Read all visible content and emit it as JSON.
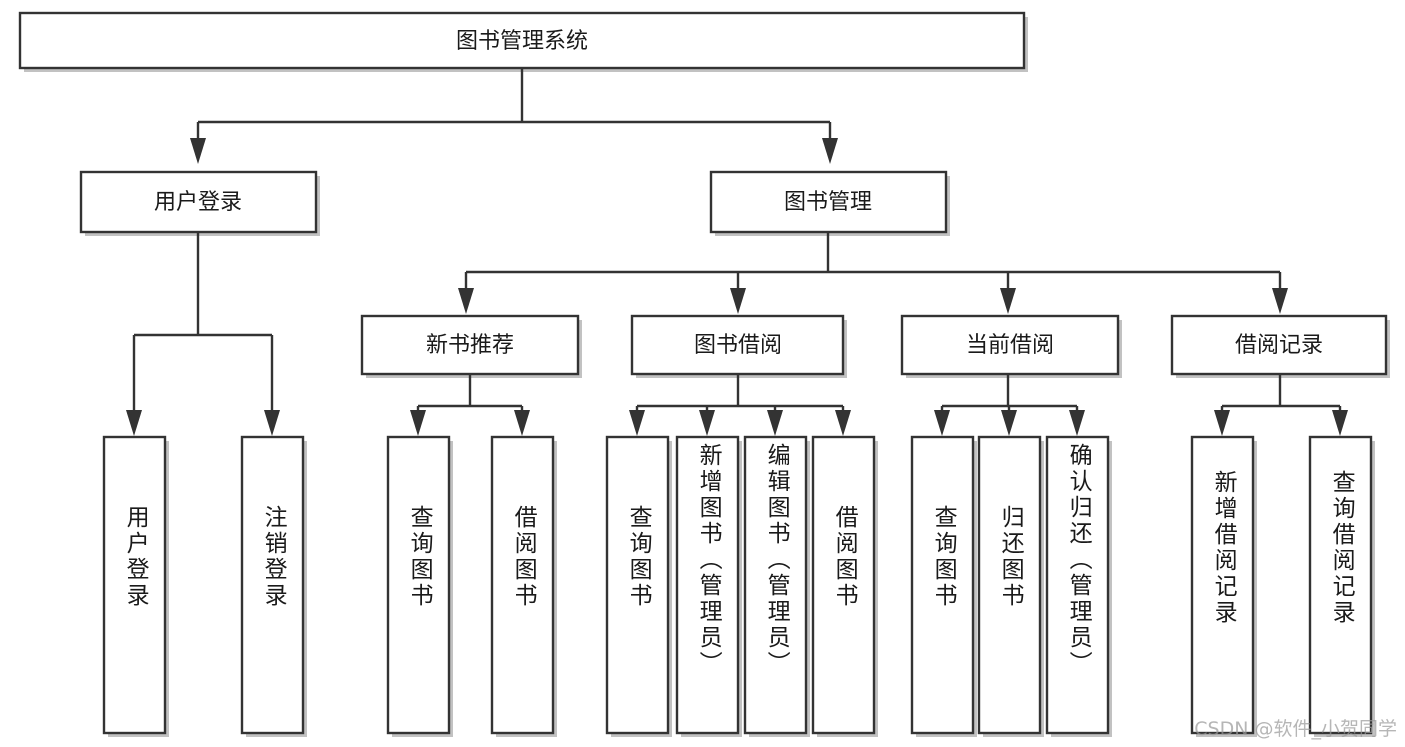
{
  "diagram": {
    "type": "tree",
    "title": "图书管理系统",
    "watermark": "CSDN @软件_小贺同学",
    "colors": {
      "box_fill": "#ffffff",
      "box_stroke": "#333333",
      "text": "#1a1a1a",
      "watermark": "#9a9a9a"
    },
    "root": {
      "label": "图书管理系统"
    },
    "level2": [
      {
        "label": "用户登录"
      },
      {
        "label": "图书管理"
      }
    ],
    "level3": [
      {
        "label": "新书推荐"
      },
      {
        "label": "图书借阅"
      },
      {
        "label": "当前借阅"
      },
      {
        "label": "借阅记录"
      }
    ],
    "leaves": {
      "user_login": [
        {
          "label": "用户登录"
        },
        {
          "label": "注销登录"
        }
      ],
      "new_book_recommend": [
        {
          "label": "查询图书"
        },
        {
          "label": "借阅图书"
        }
      ],
      "book_borrow": [
        {
          "label": "查询图书"
        },
        {
          "label": "新增图书（管理员）"
        },
        {
          "label": "编辑图书（管理员）"
        },
        {
          "label": "借阅图书"
        }
      ],
      "current_borrow": [
        {
          "label": "查询图书"
        },
        {
          "label": "归还图书"
        },
        {
          "label": "确认归还（管理员）"
        }
      ],
      "borrow_record": [
        {
          "label": "新增借阅记录"
        },
        {
          "label": "查询借阅记录"
        }
      ]
    }
  }
}
